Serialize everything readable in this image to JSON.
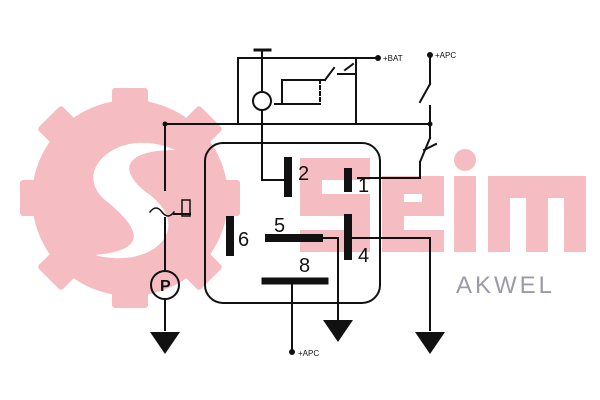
{
  "brand": {
    "watermark_name": "Seim",
    "partner_label": "AKWEL",
    "watermark_color": "#f5bcc2",
    "partner_color": "#9a9aa8"
  },
  "diagram": {
    "line_color": "#111111",
    "terminals": {
      "t1": "1",
      "t2": "2",
      "t4": "4",
      "t5": "5",
      "t6": "6",
      "t8": "8"
    },
    "supply_labels": {
      "bat": "+BAT",
      "apc_top": "+APC",
      "apc_bottom": "+APC"
    },
    "pump_symbol_label": "P",
    "icons": [
      "ground-icon",
      "lamp-icon",
      "switch-icon",
      "pump-icon",
      "sensor-icon"
    ]
  }
}
